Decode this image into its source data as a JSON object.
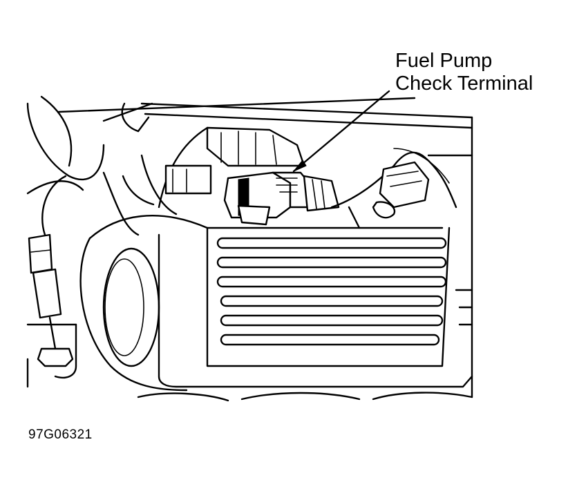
{
  "callout": {
    "line1": "Fuel Pump",
    "line2": "Check Terminal"
  },
  "figure_id": "97G06321",
  "colors": {
    "ink": "#000000",
    "paper": "#ffffff"
  }
}
